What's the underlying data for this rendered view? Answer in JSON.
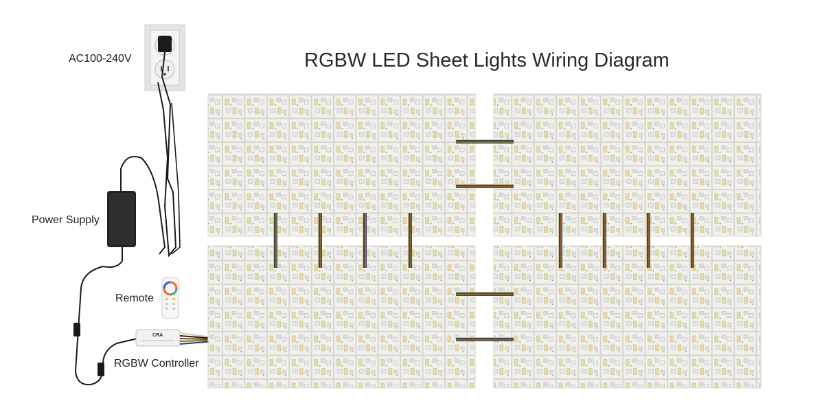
{
  "diagram": {
    "title": "RGBW LED Sheet Lights Wiring Diagram",
    "labels": {
      "ac": "AC100-240V",
      "power_supply": "Power Supply",
      "remote": "Remote",
      "controller": "RGBW Controller"
    },
    "controller_brand": "CRA",
    "panels": {
      "count": 4,
      "columns": 12,
      "rows": 6
    },
    "colors": {
      "wire_black": "#1a1a1a",
      "wire_red": "#8a3a1a",
      "wire_green": "#6b7a2a",
      "wire_blue": "#2d3f6b",
      "wire_white": "#d8c9a0",
      "panel_board": "#f1f1ec",
      "panel_grid": "#d0d0c8",
      "led_warm": "#e8d9a8",
      "psu_body": "#222222",
      "outlet_plate": "#e4e4e4"
    }
  }
}
